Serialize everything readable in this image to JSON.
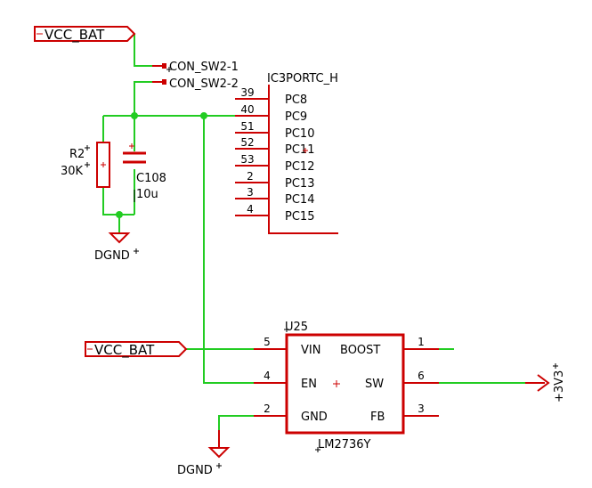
{
  "colors": {
    "wire": "#22cc22",
    "part": "#cc0000",
    "text": "#000000",
    "background": "#ffffff"
  },
  "net_flags": {
    "vcc_bat_top": "VCC_BAT",
    "vcc_bat_mid": "VCC_BAT"
  },
  "connector": {
    "pin1": "CON_SW2-1",
    "pin2": "CON_SW2-2"
  },
  "resistor": {
    "ref": "R2",
    "value": "30K"
  },
  "capacitor": {
    "ref": "C108",
    "value": "10u"
  },
  "ground": {
    "top": "DGND",
    "bottom": "DGND"
  },
  "ic3": {
    "ref": "IC3PORTC_H",
    "pins": [
      {
        "num": "39",
        "name": "PC8"
      },
      {
        "num": "40",
        "name": "PC9"
      },
      {
        "num": "51",
        "name": "PC10"
      },
      {
        "num": "52",
        "name": "PC11"
      },
      {
        "num": "53",
        "name": "PC12"
      },
      {
        "num": "2",
        "name": "PC13"
      },
      {
        "num": "3",
        "name": "PC14"
      },
      {
        "num": "4",
        "name": "PC15"
      }
    ]
  },
  "u25": {
    "ref": "U25",
    "part": "LM2736Y",
    "left_pins": [
      {
        "num": "5",
        "name": "VIN"
      },
      {
        "num": "4",
        "name": "EN"
      },
      {
        "num": "2",
        "name": "GND"
      }
    ],
    "right_pins": [
      {
        "num": "1",
        "name": "BOOST"
      },
      {
        "num": "6",
        "name": "SW"
      },
      {
        "num": "3",
        "name": "FB"
      }
    ]
  },
  "power_port": "+3V3"
}
